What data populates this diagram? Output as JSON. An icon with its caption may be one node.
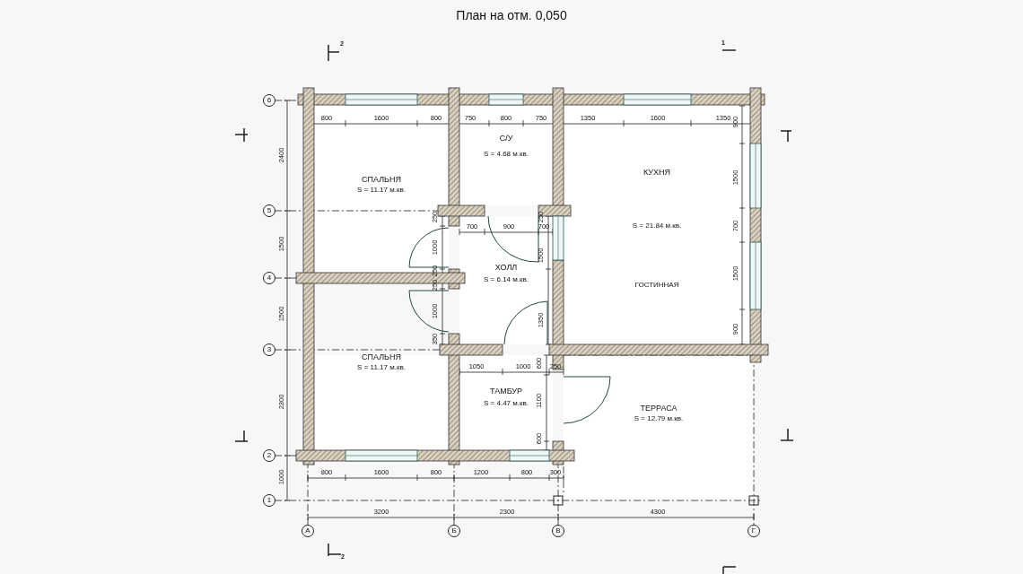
{
  "diagram": {
    "title": "План на отм. 0,050",
    "nodes": [
      {
        "text": [
          "СПАЛЬНЯ",
          "S = 11.17 м.кв."
        ]
      },
      {
        "text": [
          "С/У",
          "S = 4.68 м.кв."
        ]
      },
      {
        "text": [
          "КУХНЯ",
          "S = 21.84 м.кв.",
          "ГОСТИННАЯ"
        ]
      },
      {
        "text": [
          "ХОЛЛ",
          "S = 6.14 м.кв."
        ]
      },
      {
        "text": [
          "СПАЛЬНЯ",
          "S = 11.17 м.кв."
        ]
      },
      {
        "text": [
          "ТАМБУР",
          "S = 4.47 м.кв."
        ]
      },
      {
        "text": [
          "ТЕРРАСА",
          "S = 12.79 м.кв."
        ]
      }
    ],
    "labels": [
      "2",
      "1",
      "6",
      "800",
      "1600",
      "800",
      "750",
      "800",
      "750",
      "1350",
      "1600",
      "1350",
      "900",
      "2400",
      "1500",
      "5",
      "250",
      "250",
      "700",
      "900",
      "700",
      "700",
      "1500",
      "1000",
      "1500",
      "4",
      "250",
      "250",
      "1500",
      "1500",
      "1000",
      "1350",
      "900",
      "350",
      "3",
      "1050",
      "1000",
      "600",
      "250",
      "2300",
      "1100",
      "600",
      "2",
      "800",
      "1600",
      "800",
      "1200",
      "800",
      "300",
      "1000",
      "1",
      "3200",
      "2300",
      "4300",
      "А",
      "Б",
      "В",
      "Г",
      "2"
    ]
  }
}
